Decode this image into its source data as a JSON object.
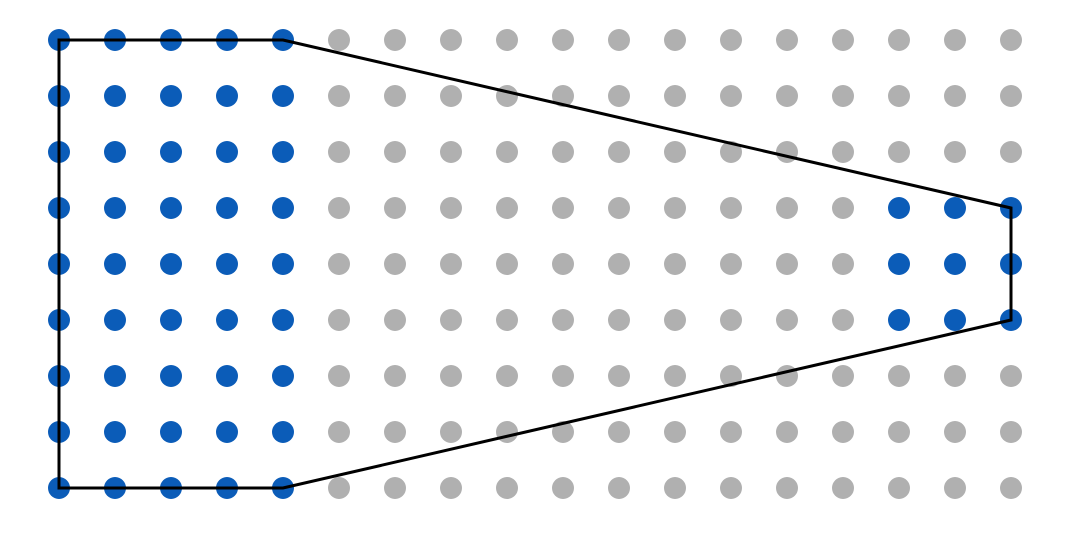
{
  "grid": {
    "columns": 18,
    "rows": 9
  },
  "colors": {
    "highlight": "#0b5cb8",
    "inactive": "#b0b0b0",
    "outline": "#000000",
    "background": "#ffffff"
  },
  "left_block": {
    "columns": [
      0,
      4
    ],
    "rows": [
      0,
      8
    ]
  },
  "right_block": {
    "columns": [
      15,
      17
    ],
    "rows": [
      3,
      5
    ]
  },
  "outline_polygon": [
    [
      0,
      0
    ],
    [
      4,
      0
    ],
    [
      17,
      3
    ],
    [
      17,
      5
    ],
    [
      4,
      8
    ],
    [
      0,
      8
    ]
  ]
}
